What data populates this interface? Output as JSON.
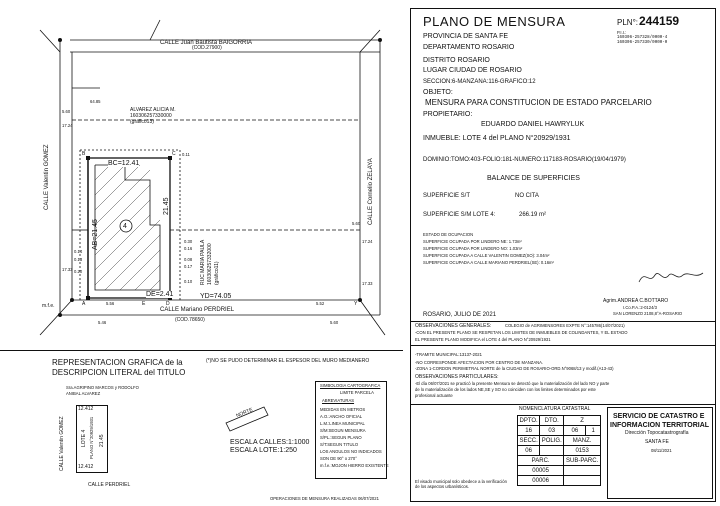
{
  "title": {
    "heading": "PLANO DE MENSURA",
    "plano_label": "PLN°:",
    "plano_number": "244159",
    "pii_label": "P.I.I.:",
    "pii_1": "160306-257328/0000-4",
    "pii_2": "160306-257330/0000-0"
  },
  "info": {
    "provincia": "PROVINCIA DE SANTA FE",
    "departamento": "DEPARTAMENTO ROSARIO",
    "distrito": "DISTRITO ROSARIO",
    "lugar": "LUGAR CIUDAD DE ROSARIO",
    "seccion": "SECCION:6-MANZANA:116-GRAFICO:12",
    "objeto_label": "OBJETO:",
    "objeto": "MENSURA PARA CONSTITUCION DE ESTADO PARCELARIO",
    "propietario_label": "PROPIETARIO:",
    "propietario": "EDUARDO DANIEL HAWRYLUK",
    "inmueble": "INMUEBLE: LOTE 4 del PLANO N°20929/1931",
    "dominio": "DOMINIO:TOMO:403-FOLIO:181-NUMERO:117183-ROSARIO(19/04/1979)"
  },
  "balance": {
    "title": "BALANCE DE SUPERFICIES",
    "sup_st_label": "SUPERFICIE S/T",
    "sup_st_value": "NO CITA",
    "sup_sm_label": "SUPERFICIE S/M LOTE 4:",
    "sup_sm_value": "266.19 m²",
    "ocupacion": [
      "ESTADO DE OCUPACION",
      "SUPERFICIE OCUPADA POR LINDERO NE: 1.73m²",
      "SUPERFICIE OCUPADA POR LINDERO NO: 1.03m²",
      "SUPERFICIE OCUPADA A CALLE VALENTIN GOMEZ(SO): 3.04m²",
      "SUPERFICIE OCUPADA A CALLE MARIANO PERDRIEL(SE): 0.16m²"
    ]
  },
  "signature": {
    "line1": "Agrim.ANDREA C.BOTTARO",
    "line2": "I.Co.P.A.:2-0124/3",
    "line3": "SAN LORENZO 2108,8°A-ROSARIO",
    "date": "ROSARIO, JULIO DE 2021"
  },
  "observaciones": {
    "title": "OBSERVACIONES GENERALES:",
    "text1": "COLEGIO de AGRIMENSORES EXPTE N°:145786(14/07/2021)",
    "text2": "-CON EL PRESENTE PLANO SE RESPETAN LOS LIMITES DE INMUEBLES DE COLINDANTES, Y EL ESTADO",
    "text3": "EL PRESENTE PLANO MODIFICA el LOTE 4 del PLANO N°20929/1931",
    "tramite": "-TRAMITE MUNICIPAL:13137-2021",
    "afectacion": "-NO CORRESPONDE AFECTACION POR CENTRO DE MANZANA.",
    "zona": "-ZONA 1-CORDON PERIMETRAL NORTE de la CIUDAD DE ROSARIO-ORD.N°9068/13 y modif.(A13-43)",
    "part_title": "OBSERVACIONES PARTICULARES:",
    "part1": "-El día 06/07/2021 se practicó la presente Mensura se detectó que la materialización del lado NO y parte",
    "part2": "de lo materialización de los lados NE,SE y SO no coinciden con los limites determinados por este",
    "part3": "profesional actuante"
  },
  "nomenclatura": {
    "title": "NOMENCLATURA CATASTRAL",
    "headers": [
      "DPTO.",
      "DTO.",
      "Z"
    ],
    "row1": [
      "16",
      "03",
      "06",
      "1"
    ],
    "secc_label": "SECC.",
    "polig_label": "POLIG.",
    "manz_label": "MANZ.",
    "secc": "06",
    "manz": "0153",
    "parc_label": "PARC.",
    "subparc_label": "SUB-PARC.",
    "parc_1": "00005",
    "parc_2": "00006",
    "spec": "El visado municipal solo obedece a la verificación de los aspectos urbanísticos."
  },
  "servicio": {
    "line1": "SERVICIO DE CATASTRO E",
    "line2": "INFORMACION TERRITORIAL",
    "line3": "Dirección Topocatastrografía",
    "line4": "SANTA FE",
    "line5": "08/11/2021"
  },
  "representacion": {
    "title1": "REPRESENTACION GRAFICA de la",
    "title2": "DESCRIPCION LITERAL del TITULO",
    "note": "(*)NO SE PUDO DETERMINAR EL ESPESOR DEL MURO MEDIANERO",
    "neighbor1": "Sra.AGRIPINO MARCOS y RODOLFO",
    "neighbor2": "ANIBAL ALVAREZ",
    "dim_top": "12.412",
    "dim_bottom": "12.412",
    "lote": "LOTE 4",
    "plano": "PLANO N°20929/1931",
    "dim_side": "21.45",
    "calle_gomez": "CALLE Valentin GOMEZ",
    "calle_perdriel": "CALLE PERDRIEL",
    "norte": "NORTE",
    "escala1": "ESCALA CALLES:1:1000",
    "escala2": "ESCALA LOTE:1:250",
    "fecha_mensura": "OPERACIONES DE MENSURA REALIZADAS 06/07/2021"
  },
  "simbologia": {
    "title": "SIMBOLOGIA CARTOGRAFICA",
    "limite": "LIMITE PARCELA",
    "abbr_title": "ABREVIATURAS",
    "items": [
      "MEDIDAS EN METROS",
      "A.O.:ANCHO OFICIAL",
      "L.M.:LINEA MUNICIPAL",
      "S/M:SEGUN MENSURA",
      "S/PL.:SEGUN PLANO",
      "S/T:SEGUN TITULO",
      "LOS ANGULOS NO INDICADOS",
      "SON DE 90° o 270°",
      "m.f.e.:MOJON HIERRO EXISTENTE"
    ]
  },
  "plan": {
    "calle_baigorria": "CALLE Juan Bautista BAIGORRIA",
    "cod_baigorria": "(COD.27900)",
    "calle_gomez": "CALLE Valentin GOMEZ",
    "calle_perdriel": "CALLE Mariano PERDRIEL",
    "cod_perdriel": "(COD.78650)",
    "calle_zelaya": "CALLE Cornelio ZELAYA",
    "owner_top": "ALVAREZ ALICIA M.",
    "owner_top_pii": "160306257330000",
    "owner_top_graf": "(gráfico13)",
    "owner_right": "RUC MARIA PAULA",
    "owner_right_pii": "160306257332000",
    "owner_right_graf": "(gráfico11)",
    "bc": "BC=12.41",
    "ab": "AB=21.45",
    "de": "DE=2.41",
    "yd": "YD=74.05",
    "lot": "4",
    "dim_2145": "21.45",
    "mfe": "m.f.e.",
    "labels": [
      "A",
      "B",
      "C",
      "D",
      "E",
      "Y"
    ],
    "dims": [
      "5.60",
      "5.60",
      "5.56",
      "5.52",
      "5.46",
      "5.60",
      "17.24",
      "17.24",
      "17.33",
      "17.33",
      "64.85",
      "0.13",
      "0.11",
      "0.30",
      "0.16",
      "0.08",
      "0.17",
      "0.10",
      "0.20",
      "0.14"
    ]
  }
}
